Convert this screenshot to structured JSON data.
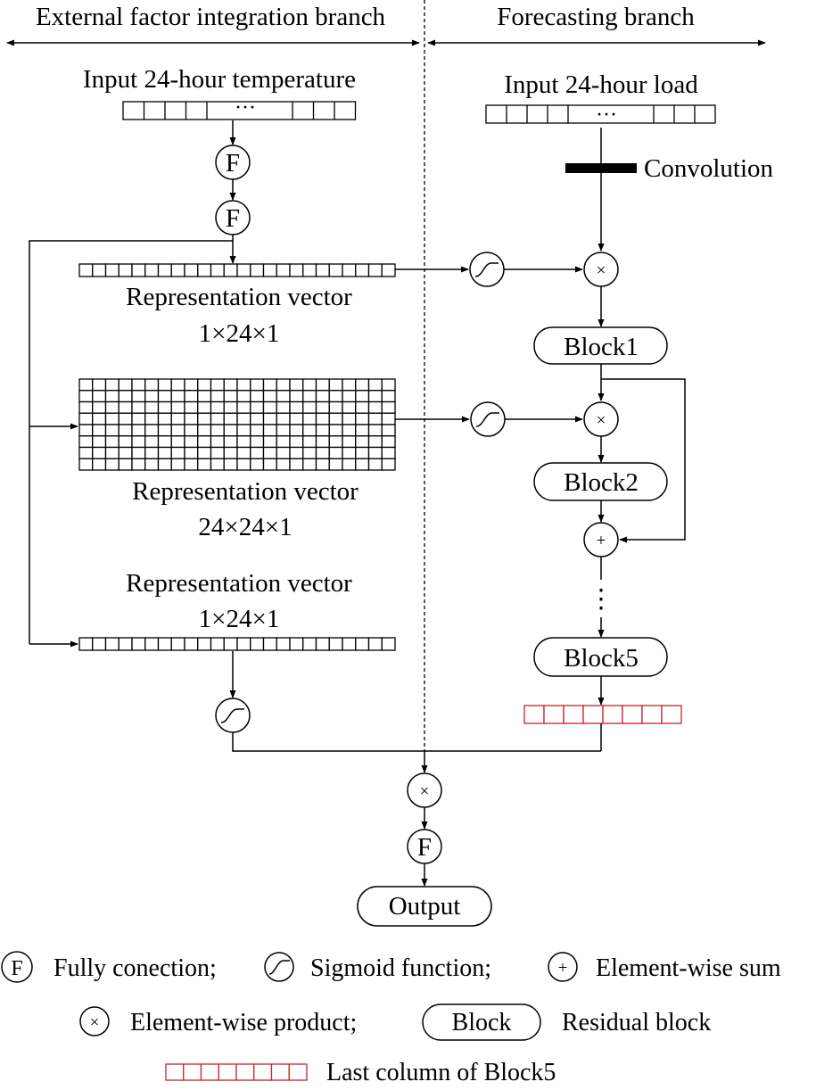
{
  "branches": {
    "left": "External factor integration branch",
    "right": "Forecasting branch"
  },
  "left": {
    "input_label": "Input 24-hour temperature",
    "ellipsis": "···",
    "rep1": {
      "label": "Representation vector",
      "dims": "1×24×1"
    },
    "rep2": {
      "label": "Representation vector",
      "dims": "24×24×1"
    },
    "rep3": {
      "label": "Representation vector",
      "dims": "1×24×1"
    }
  },
  "right": {
    "input_label": "Input 24-hour load",
    "ellipsis": "···",
    "convolution_label": "Convolution",
    "blocks": [
      "Block1",
      "Block2",
      "Block5"
    ],
    "dots": "⋮"
  },
  "symbols": {
    "fc": "F",
    "product": "×",
    "sum": "+"
  },
  "output_label": "Output",
  "legend": {
    "fc": "Fully conection;",
    "sigmoid": "Sigmoid function;",
    "sum": "Element-wise sum",
    "product": "Element-wise product;",
    "block_box": "Block",
    "residual": "Residual block",
    "last_column": "Last column of Block5"
  },
  "colors": {
    "line": "#000000",
    "last_column": "#c0272d"
  }
}
